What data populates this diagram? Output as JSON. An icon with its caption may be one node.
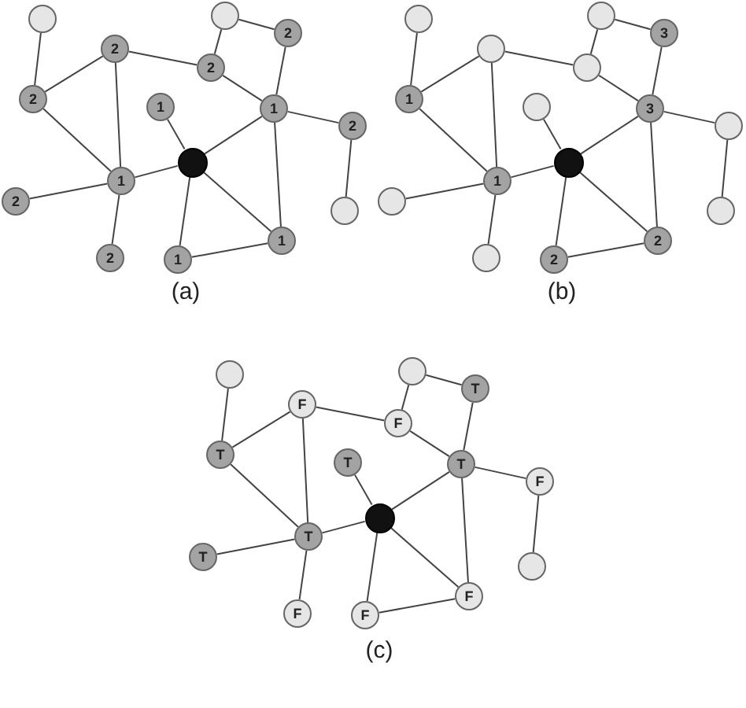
{
  "diagram": {
    "nodes": [
      {
        "text": [],
        "shape": "circle"
      },
      {
        "text": [
          "2"
        ]
      },
      {
        "text": [
          "2"
        ]
      },
      {
        "text": [
          "2"
        ]
      },
      {
        "text": [],
        "shape": "circle"
      },
      {
        "text": [
          "2"
        ]
      },
      {
        "text": [
          "1"
        ]
      },
      {
        "text": [
          "1"
        ]
      },
      {
        "text": [],
        "shape": "circle"
      },
      {
        "text": [
          "2"
        ]
      },
      {
        "text": [
          "1"
        ]
      },
      {
        "text": [
          "2"
        ]
      },
      {
        "text": [],
        "shape": "circle"
      },
      {
        "text": [
          "2"
        ]
      },
      {
        "text": [
          "1"
        ]
      },
      {
        "text": [
          "1"
        ]
      },
      {
        "text": [],
        "shape": "circle"
      },
      {
        "text": [],
        "shape": "circle"
      },
      {
        "text": [
          "1"
        ]
      },
      {
        "text": [],
        "shape": "circle"
      },
      {
        "text": [],
        "shape": "circle"
      },
      {
        "text": [
          "3"
        ]
      },
      {
        "text": [
          "3"
        ]
      },
      {
        "text": [],
        "shape": "circle"
      },
      {
        "text": [],
        "shape": "circle"
      },
      {
        "text": [],
        "shape": "circle"
      },
      {
        "text": [
          "1"
        ]
      },
      {
        "text": [],
        "shape": "circle"
      },
      {
        "text": [],
        "shape": "circle"
      },
      {
        "text": [],
        "shape": "circle"
      },
      {
        "text": [
          "2"
        ]
      },
      {
        "text": [
          "2"
        ]
      },
      {
        "text": [],
        "shape": "circle"
      },
      {
        "text": [
          "F"
        ]
      },
      {
        "text": [
          "T"
        ]
      },
      {
        "text": [
          "F"
        ]
      },
      {
        "text": [],
        "shape": "circle"
      },
      {
        "text": [
          "T"
        ]
      },
      {
        "text": [
          "T"
        ]
      },
      {
        "text": [
          "T"
        ]
      },
      {
        "text": [],
        "shape": "circle"
      },
      {
        "text": [
          "F"
        ]
      },
      {
        "text": [
          "T"
        ]
      },
      {
        "text": [
          "T"
        ]
      },
      {
        "text": [],
        "shape": "circle"
      },
      {
        "text": [
          "F"
        ]
      },
      {
        "text": [
          "F"
        ]
      },
      {
        "text": [
          "F"
        ]
      }
    ],
    "edges": [
      {
        "from": 0,
        "to": 2,
        "arrow": "none"
      },
      {
        "from": 2,
        "to": 1,
        "arrow": "none"
      },
      {
        "from": 2,
        "to": 10,
        "arrow": "none"
      },
      {
        "from": 1,
        "to": 10,
        "arrow": "none"
      },
      {
        "from": 1,
        "to": 3,
        "arrow": "none"
      },
      {
        "from": 3,
        "to": 4,
        "arrow": "none"
      },
      {
        "from": 4,
        "to": 5,
        "arrow": "none"
      },
      {
        "from": 5,
        "to": 6,
        "arrow": "none"
      },
      {
        "from": 3,
        "to": 6,
        "arrow": "none"
      },
      {
        "from": 6,
        "to": 9,
        "arrow": "none"
      },
      {
        "from": 9,
        "to": 12,
        "arrow": "none"
      },
      {
        "from": 6,
        "to": 15,
        "arrow": "none"
      },
      {
        "from": 6,
        "to": 8,
        "arrow": "none"
      },
      {
        "from": 7,
        "to": 8,
        "arrow": "none"
      },
      {
        "from": 10,
        "to": 8,
        "arrow": "none"
      },
      {
        "from": 11,
        "to": 10,
        "arrow": "none"
      },
      {
        "from": 13,
        "to": 10,
        "arrow": "none"
      },
      {
        "from": 8,
        "to": 14,
        "arrow": "none"
      },
      {
        "from": 8,
        "to": 15,
        "arrow": "none"
      },
      {
        "from": 14,
        "to": 15,
        "arrow": "none"
      },
      {
        "from": 16,
        "to": 18,
        "arrow": "none"
      },
      {
        "from": 18,
        "to": 17,
        "arrow": "none"
      },
      {
        "from": 18,
        "to": 26,
        "arrow": "none"
      },
      {
        "from": 17,
        "to": 26,
        "arrow": "none"
      },
      {
        "from": 17,
        "to": 19,
        "arrow": "none"
      },
      {
        "from": 19,
        "to": 20,
        "arrow": "none"
      },
      {
        "from": 20,
        "to": 21,
        "arrow": "none"
      },
      {
        "from": 21,
        "to": 22,
        "arrow": "none"
      },
      {
        "from": 19,
        "to": 22,
        "arrow": "none"
      },
      {
        "from": 22,
        "to": 25,
        "arrow": "none"
      },
      {
        "from": 25,
        "to": 28,
        "arrow": "none"
      },
      {
        "from": 22,
        "to": 31,
        "arrow": "none"
      },
      {
        "from": 22,
        "to": 24,
        "arrow": "none"
      },
      {
        "from": 23,
        "to": 24,
        "arrow": "none"
      },
      {
        "from": 26,
        "to": 24,
        "arrow": "none"
      },
      {
        "from": 27,
        "to": 26,
        "arrow": "none"
      },
      {
        "from": 29,
        "to": 26,
        "arrow": "none"
      },
      {
        "from": 24,
        "to": 30,
        "arrow": "none"
      },
      {
        "from": 24,
        "to": 31,
        "arrow": "none"
      },
      {
        "from": 30,
        "to": 31,
        "arrow": "none"
      },
      {
        "from": 32,
        "to": 34,
        "arrow": "none"
      },
      {
        "from": 34,
        "to": 33,
        "arrow": "none"
      },
      {
        "from": 34,
        "to": 42,
        "arrow": "none"
      },
      {
        "from": 33,
        "to": 42,
        "arrow": "none"
      },
      {
        "from": 33,
        "to": 35,
        "arrow": "none"
      },
      {
        "from": 35,
        "to": 36,
        "arrow": "none"
      },
      {
        "from": 36,
        "to": 37,
        "arrow": "none"
      },
      {
        "from": 37,
        "to": 38,
        "arrow": "none"
      },
      {
        "from": 35,
        "to": 38,
        "arrow": "none"
      },
      {
        "from": 38,
        "to": 41,
        "arrow": "none"
      },
      {
        "from": 41,
        "to": 44,
        "arrow": "none"
      },
      {
        "from": 38,
        "to": 47,
        "arrow": "none"
      },
      {
        "from": 38,
        "to": 40,
        "arrow": "none"
      },
      {
        "from": 39,
        "to": 40,
        "arrow": "none"
      },
      {
        "from": 42,
        "to": 40,
        "arrow": "none"
      },
      {
        "from": 43,
        "to": 42,
        "arrow": "none"
      },
      {
        "from": 45,
        "to": 42,
        "arrow": "none"
      },
      {
        "from": 40,
        "to": 46,
        "arrow": "none"
      },
      {
        "from": 40,
        "to": 47,
        "arrow": "none"
      },
      {
        "from": 46,
        "to": 47,
        "arrow": "none"
      }
    ],
    "labels": [
      "(a)",
      "(b)",
      "(c)"
    ]
  }
}
